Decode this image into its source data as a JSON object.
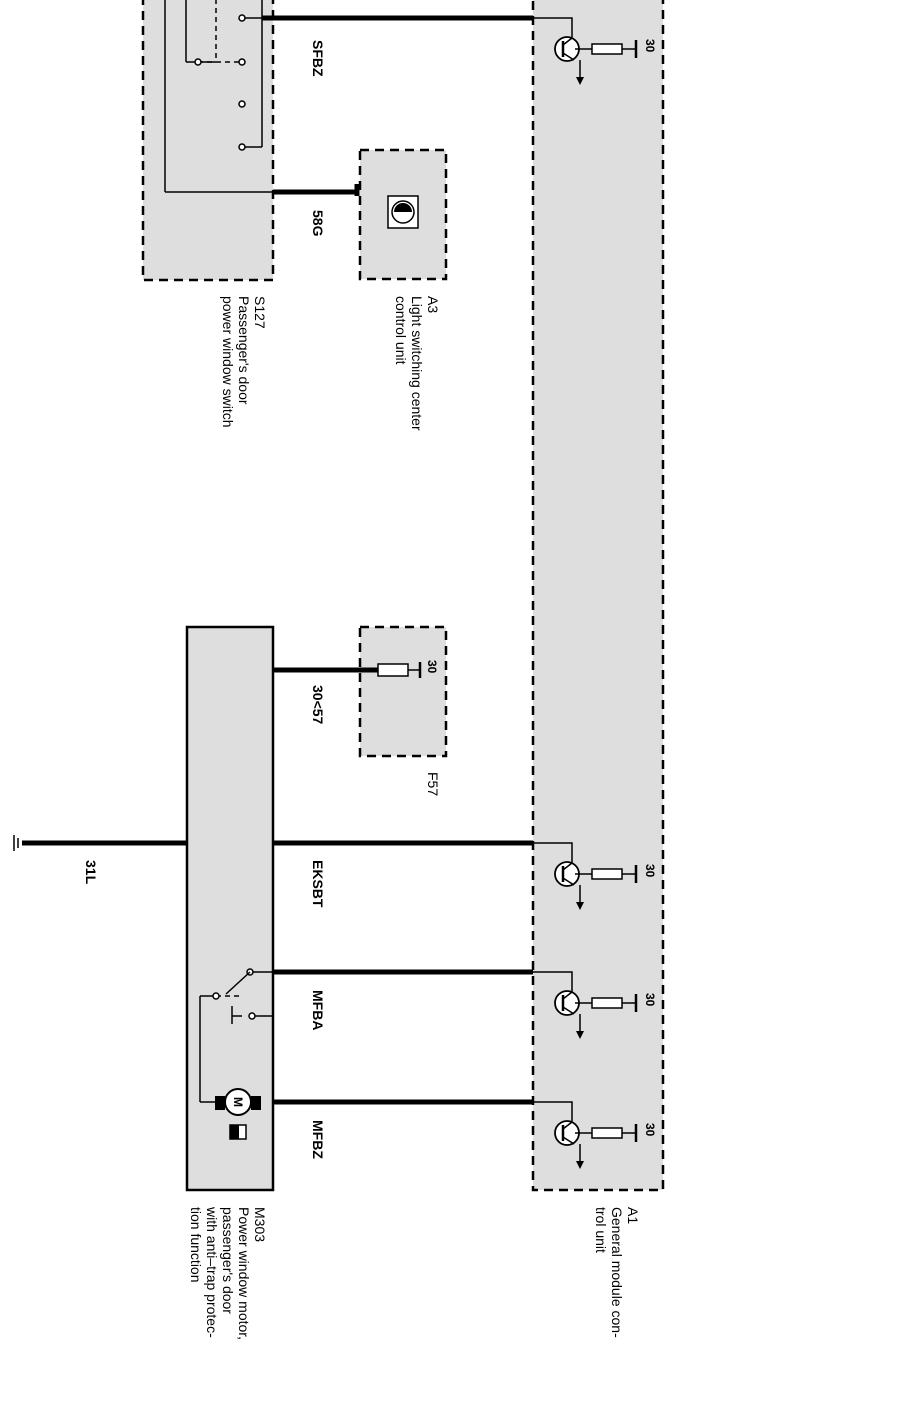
{
  "components": {
    "a1": {
      "id": "A1",
      "desc_lines": [
        "General module con-",
        "trol unit"
      ]
    },
    "a3": {
      "id": "A3",
      "desc_lines": [
        "Light switching center",
        "control unit"
      ]
    },
    "s127": {
      "id": "S127",
      "desc_lines": [
        "Passenger's door",
        "power window switch"
      ]
    },
    "f57": {
      "id": "F57"
    },
    "m303": {
      "id": "M303",
      "desc_lines": [
        "Power window motor,",
        "passenger's door",
        "with anti–trap protec-",
        "tion function"
      ]
    }
  },
  "wires": {
    "sfbz": "SFBZ",
    "g58": "58G",
    "c30_57": "30<57",
    "eksbt": "EKSBT",
    "mfba": "MFBA",
    "mfbz": "MFBZ",
    "l31": "31L"
  },
  "pins": {
    "p30": "30",
    "motor": "M"
  }
}
